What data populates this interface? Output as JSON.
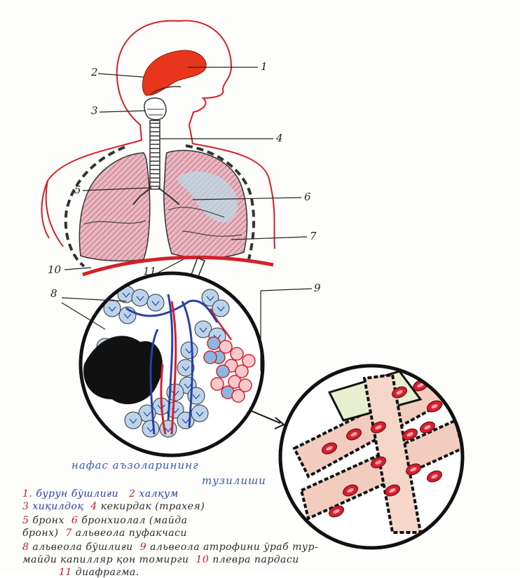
{
  "labels": {
    "n1": "1",
    "n2": "2",
    "n3": "3",
    "n4": "4",
    "n5": "5",
    "n6": "6",
    "n7": "7",
    "n8": "8",
    "n9": "9",
    "n10": "10",
    "n11": "11"
  },
  "legend": {
    "title": "нафас аъзоларининг",
    "subtitle": "тузилиши",
    "items": {
      "i1_num": "1.",
      "i1_text": "бурун бўшлиғи",
      "i2_num": "2",
      "i2_text": "халқум",
      "i3_num": "3",
      "i3_text": "хиқилдоқ",
      "i4_num": "4",
      "i4_text": "кекирдак (трахея)",
      "i5_num": "5",
      "i5_text": "бронх",
      "i6_num": "6",
      "i6_text": "бронхиолал (майда",
      "i6_cont": "бронх)",
      "i7_num": "7",
      "i7_text": "альвеола пуфакчаси",
      "i8_num": "8",
      "i8_text": "альвеола бўшлиғи",
      "i9_num": "9",
      "i9_text": "альвеола атрофини ўраб тур-",
      "i9_cont": "майди капилляр қон томирги",
      "i10_num": "10",
      "i10_text": "плевра пардаси",
      "i11_num": "11",
      "i11_text": "диафрагма."
    }
  },
  "colors": {
    "outline_red": "#d4202a",
    "nasal_red": "#e8361c",
    "lung_pink": "#d98a9a",
    "vein_blue": "#2a3fa8",
    "capillary_red": "#d81f2f",
    "alveoli_blue": "#bcd4ea"
  }
}
